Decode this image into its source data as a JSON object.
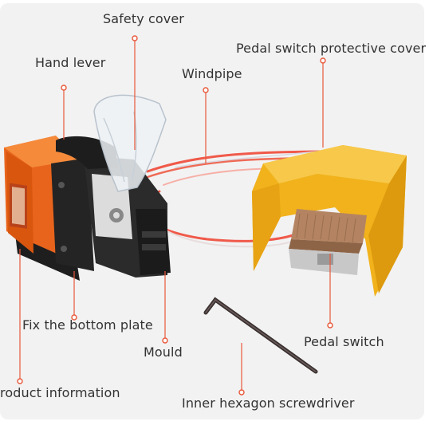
{
  "labels": {
    "safety_cover": "Safety cover",
    "hand_lever": "Hand lever",
    "pedal_cover": "Pedal switch protective cover",
    "windpipe": "Windpipe",
    "fix_bottom_plate": "Fix the bottom plate",
    "mould": "Mould",
    "pedal_switch": "Pedal switch",
    "product_information": "roduct information",
    "hex_screwdriver": "Inner hexagon screwdriver"
  },
  "colors": {
    "leader": "#e8583a",
    "machine_orange": "#e8641c",
    "pedal_yellow": "#f1b21c",
    "hose": "#f05a4a",
    "panel_background": "#f2f2f2",
    "label_text": "#333333"
  }
}
